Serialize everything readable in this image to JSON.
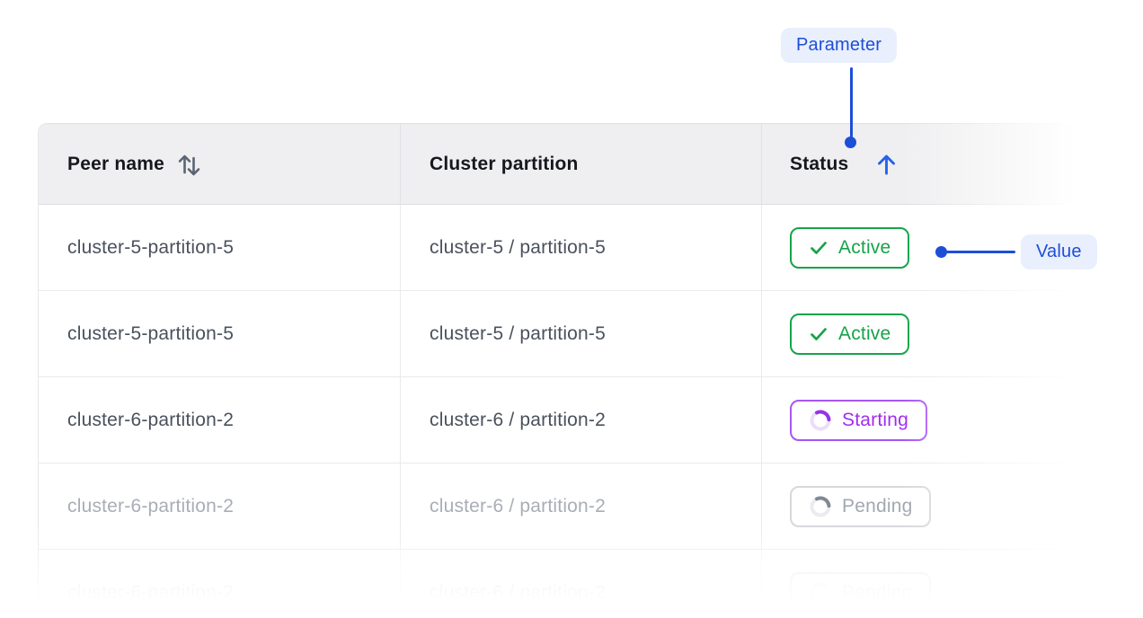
{
  "annotations": {
    "parameter_label": "Parameter",
    "value_label": "Value",
    "accent_color": "#1d4ed8",
    "pill_bg_color": "#e9effc"
  },
  "table": {
    "columns": [
      {
        "label": "Peer name",
        "sort_icon": "sort-updown-icon",
        "sort_state": "sortable"
      },
      {
        "label": "Cluster partition",
        "sort_state": "none"
      },
      {
        "label": "Status",
        "sort_icon": "arrow-up-icon",
        "sort_state": "ascending",
        "sort_icon_color": "#2563eb"
      }
    ],
    "rows": [
      {
        "peer_name": "cluster-5-partition-5",
        "cluster_partition": "cluster-5 / partition-5",
        "status": "Active",
        "status_icon": "check-icon",
        "status_color": "#16a34a",
        "muted": false
      },
      {
        "peer_name": "cluster-5-partition-5",
        "cluster_partition": "cluster-5 / partition-5",
        "status": "Active",
        "status_icon": "check-icon",
        "status_color": "#16a34a",
        "muted": false
      },
      {
        "peer_name": "cluster-6-partition-2",
        "cluster_partition": "cluster-6 / partition-2",
        "status": "Starting",
        "status_icon": "spinner-icon",
        "status_color": "#a855f7",
        "muted": false
      },
      {
        "peer_name": "cluster-6-partition-2",
        "cluster_partition": "cluster-6 / partition-2",
        "status": "Pending",
        "status_icon": "spinner-icon",
        "status_color": "#9ca3af",
        "muted": true
      },
      {
        "peer_name": "cluster-6-partition-2",
        "cluster_partition": "cluster-6 / partition-2",
        "status": "Pending",
        "status_icon": "spinner-icon",
        "status_color": "#9ca3af",
        "muted": true
      }
    ]
  },
  "status_colors": {
    "active_green": "#16a34a",
    "starting_purple": "#a855f7",
    "starting_arc": "#9333ea",
    "pending_border": "#d6d8dc",
    "pending_text": "#a2a8b0"
  }
}
